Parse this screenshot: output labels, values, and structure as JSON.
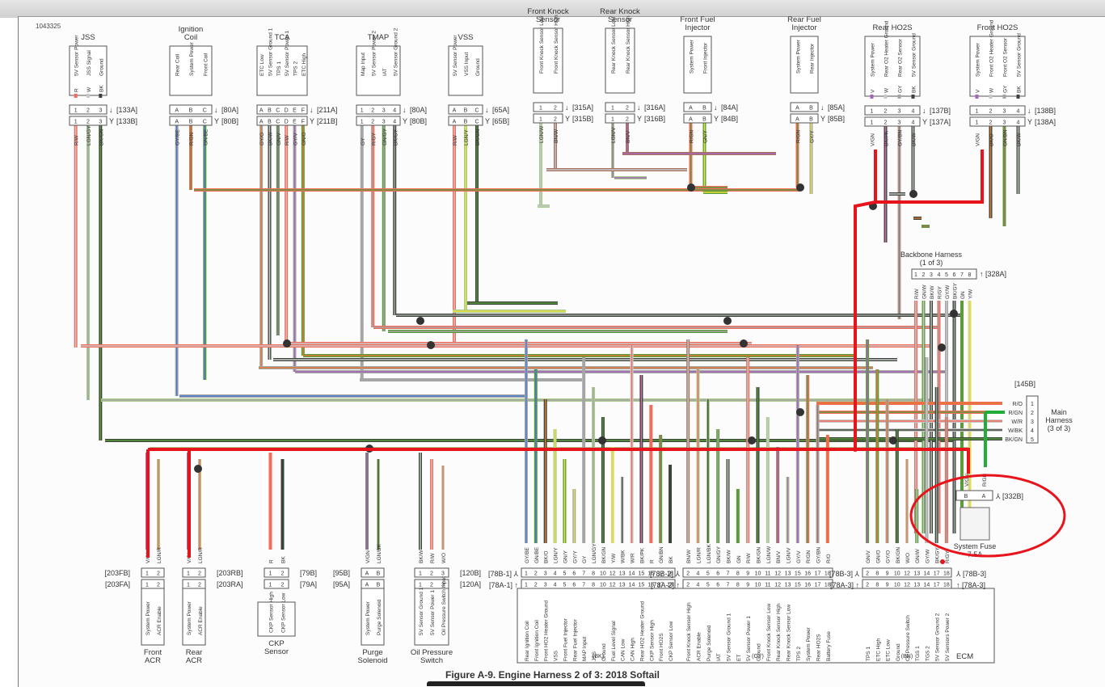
{
  "document": {
    "id": "1043325",
    "caption": "Figure A-9. Engine Harness 2 of 3: 2018 Softail"
  },
  "components_top": [
    {
      "name": "JSS",
      "title": [
        "JSS"
      ],
      "pins": [
        "1",
        "2",
        "3"
      ],
      "functions": [
        "5V Sensor Power",
        "JSS Signal",
        "Ground"
      ],
      "wire_top": [
        "R",
        "W",
        "BK"
      ],
      "wire_bottom": [
        "R/W",
        "LGN/GY",
        "BK/GN"
      ],
      "conn_a": "[133A]",
      "conn_b": "[133B]"
    },
    {
      "name": "ignition-coil",
      "title": [
        "Ignition",
        "Coil"
      ],
      "pins": [
        "A",
        "B",
        "C"
      ],
      "functions": [
        "Rear Coil",
        "System Power",
        "Front Coil"
      ],
      "wire_top": [],
      "wire_bottom": [
        "GY/BE",
        "R/GN",
        "GN/BE"
      ],
      "conn_a": "[80A]",
      "conn_b": "[80B]"
    },
    {
      "name": "TCA",
      "title": [
        "TCA"
      ],
      "pins": [
        "A",
        "B",
        "C",
        "D",
        "E",
        "F"
      ],
      "functions": [
        "ETC Low",
        "5V Sensor Ground 1",
        "TPS 1",
        "5V Sensor Power 1",
        "TPS 2",
        "ETC High"
      ],
      "wire_top": [],
      "wire_bottom": [
        "GY/O",
        "BK/W",
        "GN/V",
        "R/W",
        "GY/V",
        "GN/O"
      ],
      "conn_a": "[211A]",
      "conn_b": "[211B]"
    },
    {
      "name": "TMAP",
      "title": [
        "TMAP"
      ],
      "pins": [
        "1",
        "2",
        "3",
        "4"
      ],
      "functions": [
        "Map Input",
        "5V Sensor Power 2",
        "IAT",
        "5V Sensor Ground 2"
      ],
      "wire_top": [],
      "wire_bottom": [
        "GY",
        "R/GY",
        "GN/GY",
        "BK/GY"
      ],
      "conn_a": "[80A]",
      "conn_b": "[80B]"
    },
    {
      "name": "VSS",
      "title": [
        "VSS"
      ],
      "pins": [
        "A",
        "B",
        "C"
      ],
      "functions": [
        "5V Sensor Power",
        "VSS Input",
        "Ground"
      ],
      "wire_top": [],
      "wire_bottom": [
        "R/W",
        "LGN/Y",
        "BK/GN"
      ],
      "conn_a": "[65A]",
      "conn_b": "[65B]"
    },
    {
      "name": "front-knock-sensor",
      "title": [
        "Front Knock",
        "Sensor"
      ],
      "pins": [
        "1",
        "2"
      ],
      "functions": [
        "Front Knock Sensor Low",
        "Front Knock Sensor High"
      ],
      "wire_top": [],
      "wire_bottom": [
        "LGN/W",
        "BN/W"
      ],
      "conn_a": "[315A]",
      "conn_b": "[315B]"
    },
    {
      "name": "rear-knock-sensor",
      "title": [
        "Rear Knock",
        "Sensor"
      ],
      "pins": [
        "1",
        "2"
      ],
      "functions": [
        "Rear Knock Sensor Low",
        "Rear Knock Sensor High"
      ],
      "wire_top": [],
      "wire_bottom": [
        "LGN/V",
        "BN/V"
      ],
      "conn_a": "[316A]",
      "conn_b": "[316B]"
    },
    {
      "name": "front-fuel-injector",
      "title": [
        "Front Fuel",
        "Injector"
      ],
      "pins": [
        "A",
        "B"
      ],
      "functions": [
        "System Power",
        "Front Injector"
      ],
      "wire_top": [],
      "wire_bottom": [
        "R/GN",
        "GN/Y"
      ],
      "conn_a": "[84A]",
      "conn_b": "[84B]"
    },
    {
      "name": "rear-fuel-injector",
      "title": [
        "Rear Fuel",
        "Injector"
      ],
      "pins": [
        "A",
        "B"
      ],
      "functions": [
        "System Power",
        "Rear Injector"
      ],
      "wire_top": [],
      "wire_bottom": [
        "R/GN",
        "GY/Y"
      ],
      "conn_a": "[85A]",
      "conn_b": "[85B]"
    },
    {
      "name": "rear-ho2s",
      "title": [
        "Rear HO2S"
      ],
      "pins": [
        "1",
        "2",
        "3",
        "4"
      ],
      "functions": [
        "System Power",
        "Rear O2 Heater Ground",
        "Rear O2 Sensor",
        "5V Sensor Ground"
      ],
      "wire_top": [
        "V",
        "W",
        "GY",
        "BK"
      ],
      "wire_bottom": [
        "V/GN",
        "BK/PK",
        "GY/BN",
        "BK/W"
      ],
      "conn_a": "[137B]",
      "conn_b": "[137A]"
    },
    {
      "name": "front-ho2s",
      "title": [
        "Front HO2S"
      ],
      "pins": [
        "1",
        "2",
        "3",
        "4"
      ],
      "functions": [
        "System Power",
        "Front O2 Heater Ground",
        "Front O2 Sensor",
        "5V Sensor Ground"
      ],
      "wire_top": [
        "V",
        "W",
        "GY",
        "BK"
      ],
      "wire_bottom": [
        "V/GN",
        "BK/O",
        "GN/BN",
        "BK/W"
      ],
      "conn_a": "[138B]",
      "conn_b": "[138A]"
    }
  ],
  "backbone": {
    "title": [
      "Backbone Harness",
      "(1 of 3)"
    ],
    "pins": [
      "1",
      "2",
      "3",
      "4",
      "5",
      "6",
      "7",
      "8"
    ],
    "wires": [
      "R/W",
      "GN/W",
      "BK/W",
      "R/GY",
      "GY/W",
      "BK/GY",
      "GN",
      "Y/W"
    ],
    "conn": "[328A]"
  },
  "main_harness": {
    "title": [
      "Main",
      "Harness",
      "(3 of 3)"
    ],
    "pins": [
      "1",
      "2",
      "3",
      "4",
      "5"
    ],
    "wires": [
      "R/O",
      "R/GN",
      "W/R",
      "W/BK",
      "BK/GN"
    ],
    "conn": "[145B]"
  },
  "system_fuse": {
    "title": [
      "System Fuse",
      "7.5A"
    ],
    "pins": [
      "B",
      "A"
    ],
    "wires": [
      "V/GN",
      "R/GN"
    ],
    "conn": "[332B]"
  },
  "components_bottom": [
    {
      "name": "front-acr",
      "title": [
        "Front",
        "ACR"
      ],
      "pins": [
        "1",
        "2"
      ],
      "functions": [
        "System Power",
        "ACR Enable"
      ],
      "wires": [
        "V/GN",
        "LGN/R"
      ],
      "conn_b": "[203FB]",
      "conn_a": "[203FA]"
    },
    {
      "name": "rear-acr",
      "title": [
        "Rear",
        "ACR"
      ],
      "pins": [
        "1",
        "2"
      ],
      "functions": [
        "System Power",
        "ACR Enable"
      ],
      "wires": [
        "V/GN",
        "LGN/R"
      ],
      "conn_b": "[203RB]",
      "conn_a": "[203RA]"
    },
    {
      "name": "ckp-sensor",
      "title": [
        "CKP",
        "Sensor"
      ],
      "pins": [
        "1",
        "2"
      ],
      "functions": [
        "CKP Sensor High",
        "CKP Sensor Low"
      ],
      "wires": [
        "R",
        "BK"
      ],
      "shield": "BK",
      "conn_b": "[79B]",
      "conn_a": "[79A]"
    },
    {
      "name": "purge-solenoid",
      "title": [
        "Purge",
        "Solenoid"
      ],
      "pins": [
        "A",
        "B"
      ],
      "functions": [
        "System Power",
        "Purge Solenoid"
      ],
      "wires": [
        "V/GN",
        "LGN/BK"
      ],
      "conn_b": "[95B]",
      "conn_a": "[95A]"
    },
    {
      "name": "oil-pressure-switch",
      "title": [
        "Oil Pressure",
        "Switch"
      ],
      "pins": [
        "1",
        "2",
        "3"
      ],
      "functions": [
        "5V Sensor Ground 1",
        "5V Sensor Power 1",
        "Oil Pressure Switch Input"
      ],
      "wires": [
        "BK/W",
        "R/W",
        "W/O"
      ],
      "conn_b": "[120B]",
      "conn_a": "[120A]"
    }
  ],
  "ecm": {
    "title": "ECM",
    "blocks": [
      {
        "name": "ecm-block-bk",
        "color_label": "(BK)",
        "conn_b": "[78B-1]",
        "conn_a": "[78A-1]",
        "pins": [
          "1",
          "2",
          "3",
          "4",
          "5",
          "6",
          "7",
          "8",
          "10",
          "12",
          "13",
          "14",
          "15",
          "16",
          "17",
          "18"
        ],
        "wires": [
          "GY/BE",
          "GN/BE",
          "BK/O",
          "LGN/Y",
          "GN/Y",
          "GY/Y",
          "GY",
          "LGN/GY",
          "BK/GN",
          "Y/W",
          "W/BK",
          "W/R",
          "BK/PK",
          "R",
          "GN/BN",
          "BK"
        ],
        "functions": [
          "Rear Ignition Coil",
          "Front Ignition Coil",
          "Front HO2 Heater Ground",
          "VSS",
          "Front Fuel Injector",
          "Rear Fuel Injector",
          "MAP Input",
          "JSS",
          "Ground",
          "Fuel Level Signal",
          "CAN Low",
          "CAN High",
          "Rear HO2 Heater Ground",
          "CKP Sensor High",
          "Front HO2S",
          "CKP Sensor Low"
        ]
      },
      {
        "name": "ecm-block-gy",
        "color_label": "(GY)",
        "conn_b": "[78B-2]",
        "conn_a": "[78A-2]",
        "pins": [
          "2",
          "4",
          "5",
          "6",
          "7",
          "8",
          "9",
          "10",
          "11",
          "12",
          "13",
          "15",
          "16",
          "17",
          "18"
        ],
        "wires": [
          "BN/W",
          "LGN/R",
          "LGN/BK",
          "GN/GY",
          "BK/W",
          "GN",
          "R/W",
          "BK/GN",
          "LGN/W",
          "BN/V",
          "LGN/V",
          "GY/V",
          "R/GN",
          "GY/BN",
          "R/O"
        ],
        "functions": [
          "Front Knock Sensor High",
          "ACR Enable",
          "Purge Solenoid",
          "IAT",
          "5V Sensor Ground 1",
          "ET",
          "5V Sensor Power 1",
          "Ground",
          "Front Knock Sensor Low",
          "Rear Knock Sensor High",
          "Rear Knock Sensor Low",
          "TPS 2",
          "System Power",
          "Rear HO2S",
          "Battery Fuse"
        ]
      },
      {
        "name": "ecm-block-bn",
        "color_label": "(BN)",
        "conn_b": "[78B-3]",
        "conn_a": "[78A-3]",
        "pins": [
          "2",
          "8",
          "9",
          "10",
          "12",
          "13",
          "14",
          "17",
          "18"
        ],
        "wires": [
          "GN/V",
          "GN/O",
          "GY/O",
          "BK/GN",
          "W/O",
          "GN/W",
          "GY/W",
          "BK/GY",
          "R/GY"
        ],
        "functions": [
          "TPS 1",
          "ETC High",
          "ETC Low",
          "Ground",
          "Oil Pressure Switch",
          "TGS 1",
          "TGS 2",
          "5V Sensor Ground 2",
          "5V Sensors Power 2"
        ]
      }
    ]
  },
  "annotations": {
    "highlight_color": "#e8141c",
    "added_wire_color": "#1fae3a",
    "circle_target": "System Fuse 7.5A"
  },
  "wire_colors": {
    "R": "#f26b5b",
    "W": "#c9c9c9",
    "BK": "#3b4438",
    "GN": "#5b9b3c",
    "LGN": "#a9c98d",
    "GY": "#a5a5a5",
    "BE": "#4a7bd0",
    "O": "#e07a30",
    "V": "#a265b7",
    "Y": "#e8e53a",
    "BN": "#a87360",
    "PK": "#d86bb5"
  }
}
